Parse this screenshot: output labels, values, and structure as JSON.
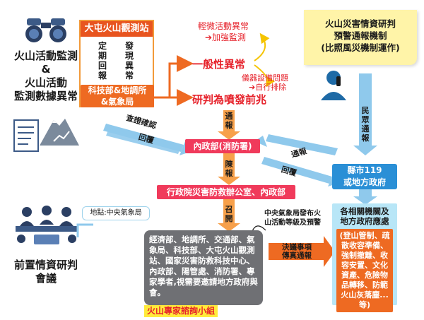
{
  "left": {
    "monitor_line1": "火山活動監測",
    "amp": "&",
    "monitor_line2": "火山活動",
    "monitor_line3": "監測數據異常",
    "meeting_line1": "前置情資研判",
    "meeting_line2": "會議"
  },
  "station": {
    "title": "大屯火山觀測站",
    "col1": [
      "定",
      "期",
      "回",
      "報"
    ],
    "col2": [
      "發",
      "現",
      "異",
      "常"
    ],
    "bottom_line1": "科技部&地調所",
    "bottom_line2": "&氣象局"
  },
  "anomaly": {
    "minor": "輕微活動異常",
    "minor_action": "➔加強監測",
    "general": "一般性異常",
    "equipment": "儀器設備問題",
    "equipment_action": "➔自行排除",
    "eruption": "研判為噴發前兆"
  },
  "flow": {
    "report1": [
      "通",
      "報"
    ],
    "verify_confirm": "查證確認",
    "reply_left": "回覆",
    "interior_fire": "內政部(消防署)",
    "report_right": "通報",
    "reply_right": "回覆",
    "present": [
      "陳",
      "報"
    ],
    "cabinet": "行政院災害防救辦公室、內政部",
    "convene": [
      "召",
      "開"
    ],
    "location_note": "地點:中央氣象局",
    "cwb_note_line1": "中央氣象局發布火",
    "cwb_note_line2": "山活動等級及預警",
    "group_text": "經濟部、地調所、交通部、氣象局、科技部、大屯火山觀測站、國家災害防救科技中心、內政部、陽管處、消防署、專家學者,視需要邀請地方政府與會。",
    "group_title": "火山專家諮詢小組",
    "resolution_line1": "決議事項",
    "resolution_line2": "傳真通報"
  },
  "right": {
    "mechanism_line1": "火山災害情資研判",
    "mechanism_line2": "預警通報機制",
    "mechanism_line3": "(比照風災機制運作)",
    "public_report": [
      "民",
      "眾",
      "通",
      "報"
    ],
    "county_line1": "縣市119",
    "county_line2": "或地方政府",
    "agencies_title_line1": "各相關機關及",
    "agencies_title_line2": "地方政府應處",
    "agencies_body": "(登山管制、疏散收容準備、強制撤離、收容安置、文化資產、危險物品轉移、防範火山灰落塵...等)"
  },
  "colors": {
    "orange": "#ee6a22",
    "red": "#e6212a",
    "pink": "#f03a5b",
    "blue": "#2a8fd6",
    "cyan": "#b8e6f7",
    "gray": "#6f7074",
    "yellow": "#ffeb3b"
  }
}
